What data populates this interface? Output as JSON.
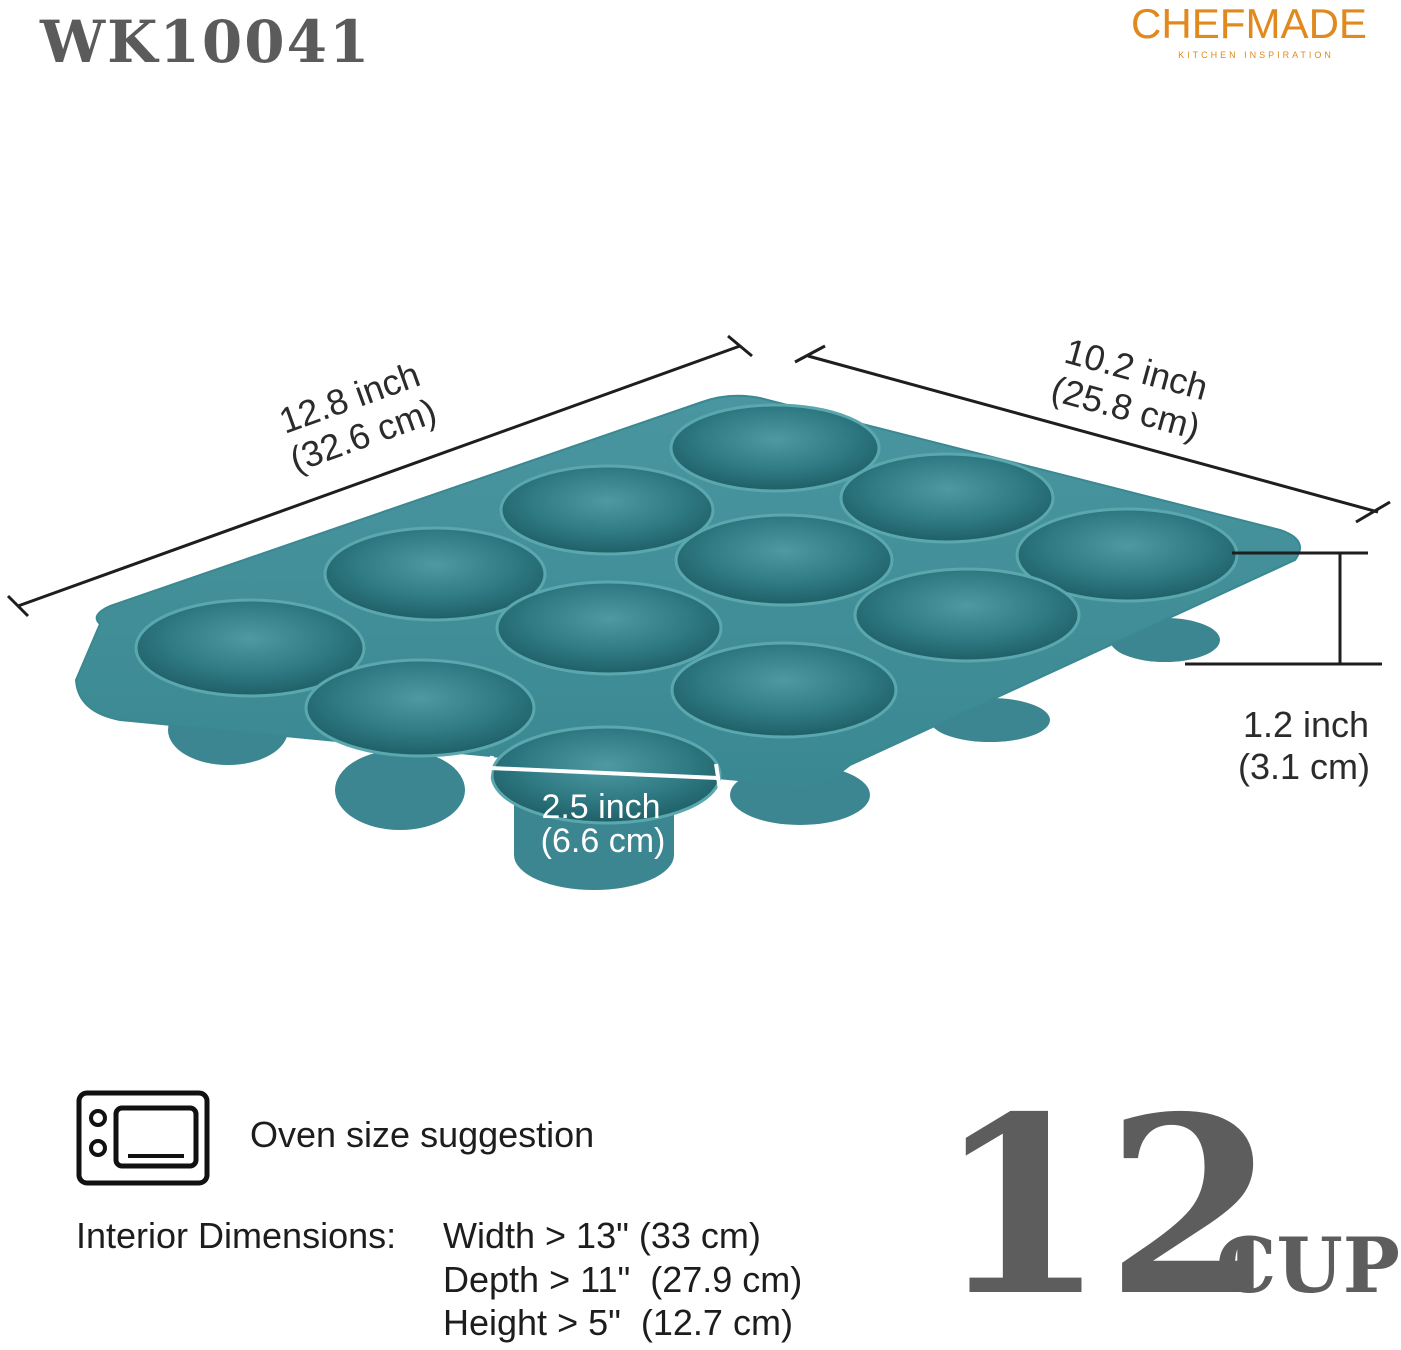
{
  "model_code": "WK10041",
  "brand": {
    "name": "CHEFMADE",
    "tagline": "KITCHEN INSPIRATION",
    "accent_color": "#e08a1e"
  },
  "product_color": "#3e8b93",
  "dimensions": {
    "length": {
      "inch": "12.8 inch",
      "cm": "(32.6 cm)"
    },
    "width": {
      "inch": "10.2 inch",
      "cm": "(25.8 cm)"
    },
    "height": {
      "inch": "1.2 inch",
      "cm": "(3.1 cm)"
    },
    "cup_diameter": {
      "inch": "2.5 inch",
      "cm": "(6.6 cm)"
    }
  },
  "oven": {
    "icon": "oven-icon",
    "label": "Oven size suggestion",
    "interior_label": "Interior Dimensions:",
    "rows": [
      "Width > 13\" (33 cm)",
      "Depth > 11\"  (27.9 cm)",
      "Height > 5\"  (12.7 cm)"
    ]
  },
  "cup_count": {
    "number": "12",
    "unit": "CUP"
  }
}
